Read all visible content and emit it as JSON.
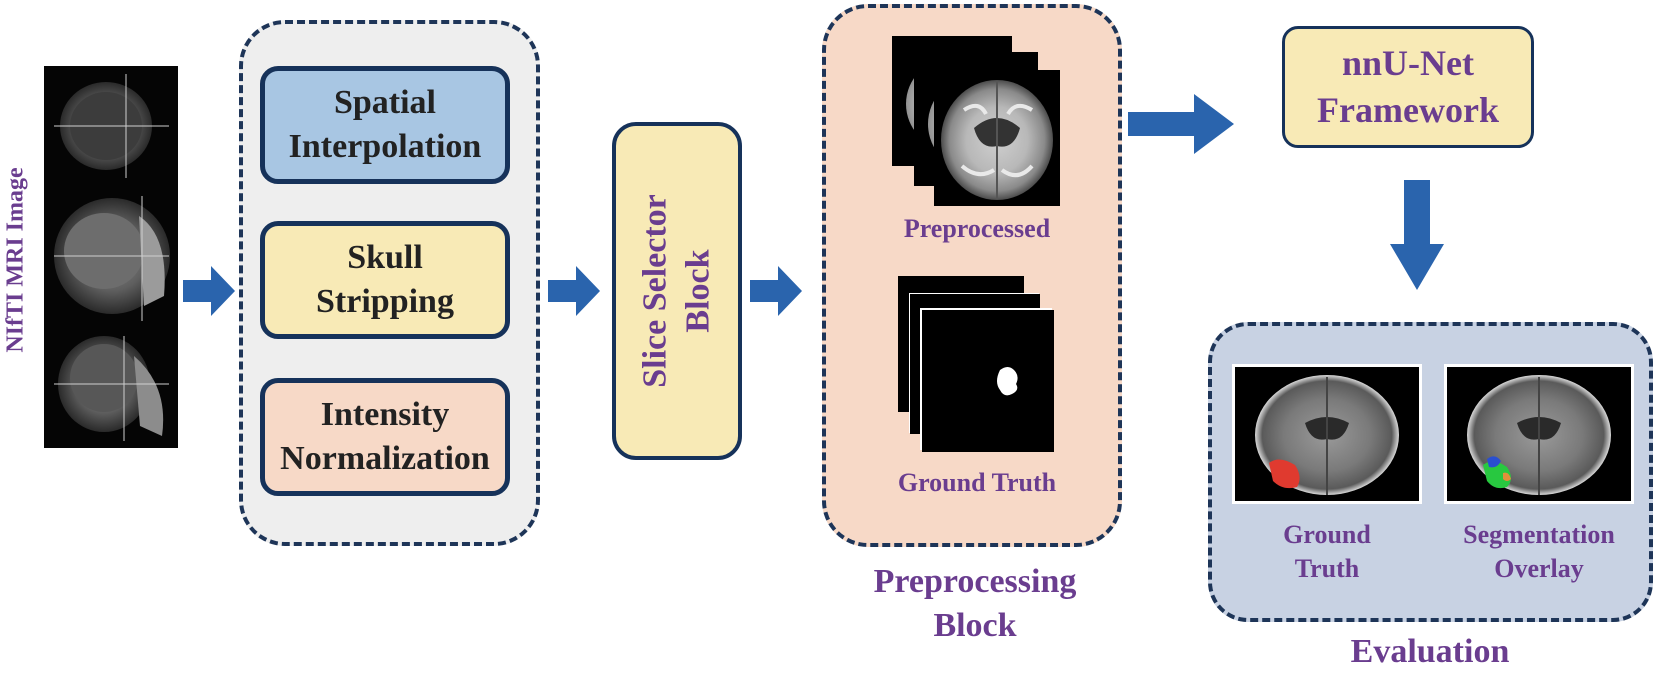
{
  "mri_label": "NIfTI MRI Image",
  "preprocessing_steps": {
    "spatial": "Spatial Interpolation",
    "skull": "Skull Stripping",
    "intensity": "Intensity Normalization"
  },
  "slice_selector": "Slice Selector Block",
  "preprocessing_block": {
    "preprocessed_label": "Preprocessed",
    "ground_truth_label": "Ground Truth",
    "title": "Preprocessing Block"
  },
  "framework": "nnU-Net Framework",
  "evaluation": {
    "ground_truth_label": "Ground Truth",
    "overlay_label": "Segmentation Overlay",
    "title": "Evaluation"
  },
  "colors": {
    "arrow": "#2a64ad",
    "dashed_border": "#1e3558",
    "label_purple": "#6a3d8f",
    "lesion_red": "#e03a2f",
    "overlay_green": "#28c840",
    "overlay_blue": "#2a4fd0"
  }
}
